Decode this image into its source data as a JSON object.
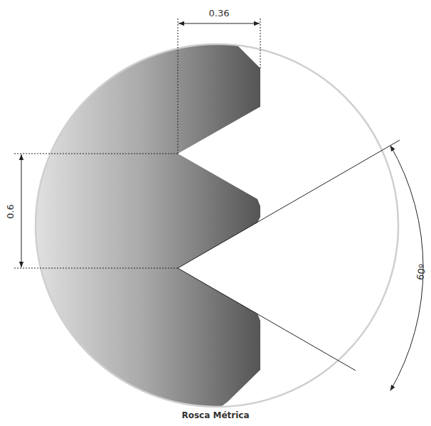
{
  "diagram": {
    "caption": "Rosca Métrica",
    "labels": [
      "0.36",
      "0.6",
      "60º"
    ]
  }
}
